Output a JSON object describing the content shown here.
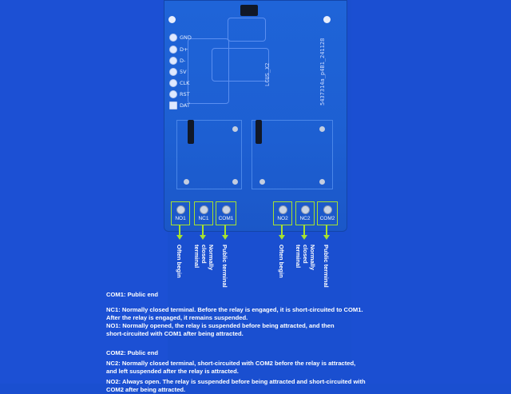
{
  "board": {
    "model_text": "LCUS_X2",
    "serial_text": "5437314a_p4B1_241128",
    "pins": [
      "GND",
      "D+",
      "D-",
      "5V",
      "CLK",
      "RST",
      "DAT"
    ]
  },
  "terminals": [
    {
      "id": "NO1",
      "label": "NO1"
    },
    {
      "id": "NC1",
      "label": "NC1"
    },
    {
      "id": "COM1",
      "label": "COM1"
    },
    {
      "id": "NO2",
      "label": "NO2"
    },
    {
      "id": "NC2",
      "label": "NC2"
    },
    {
      "id": "COM2",
      "label": "COM2"
    }
  ],
  "terminal_notes": {
    "no1": "Often begin",
    "nc1": "Normally closed terminal",
    "com1": "Public terminal",
    "no2": "Often begin",
    "nc2": "Normally closed terminal",
    "com2": "Public terminal"
  },
  "description": {
    "com1": "COM1: Public end",
    "nc1_a": "NC1: Normally closed terminal. Before the relay is engaged, it is short-circuited to COM1.",
    "nc1_b": "After the relay is engaged, it remains suspended.",
    "no1_a": "NO1: Normally opened, the relay is suspended before being attracted, and then",
    "no1_b": "short-circuited with COM1 after being attracted.",
    "com2": "COM2: Public end",
    "nc2_a": "NC2: Normally closed terminal, short-circuited with COM2 before the relay is attracted,",
    "nc2_b": "and left suspended after the relay is attracted.",
    "no2_a": "NO2: Always open. The relay is suspended before being attracted and short-circuited with",
    "no2_b": "COM2 after being attracted."
  },
  "colors": {
    "background": "#1a4fd0",
    "board": "#1f64d8",
    "highlight": "#a6e22e",
    "text": "#ffffff"
  }
}
